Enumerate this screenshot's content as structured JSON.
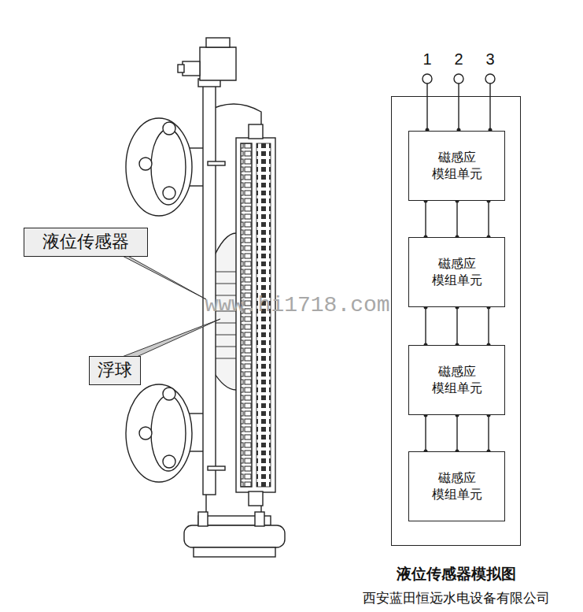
{
  "diagram": {
    "nodes": [
      {
        "text": [
          "液位传感器"
        ]
      },
      {
        "text": [
          "浮球"
        ]
      },
      {
        "text": [
          "液位传感器模拟图"
        ]
      },
      {
        "text": [
          "磁感应 模组单元"
        ],
        "in": 2
      },
      {
        "text": [
          "磁感应 模组单元"
        ],
        "in": 2
      },
      {
        "text": [
          "磁感应 模组单元"
        ],
        "in": 2
      },
      {
        "text": [
          "磁感应 模组单元"
        ],
        "in": 2
      }
    ],
    "edges": [
      {
        "from": 3,
        "to": 4,
        "arrow": "none"
      },
      {
        "from": 3,
        "to": 4,
        "arrow": "none"
      },
      {
        "from": 3,
        "to": 4,
        "arrow": "none"
      },
      {
        "from": 4,
        "to": 5,
        "arrow": "none"
      },
      {
        "from": 4,
        "to": 5,
        "arrow": "none"
      },
      {
        "from": 4,
        "to": 5,
        "arrow": "none"
      },
      {
        "from": 5,
        "to": 6,
        "arrow": "none"
      },
      {
        "from": 5,
        "to": 6,
        "arrow": "none"
      },
      {
        "from": 5,
        "to": 6,
        "arrow": "none"
      }
    ],
    "labels": [
      "1",
      "2",
      "3",
      "www.hi1718.com",
      "西安蓝田恒远水电设备有限公司"
    ]
  }
}
